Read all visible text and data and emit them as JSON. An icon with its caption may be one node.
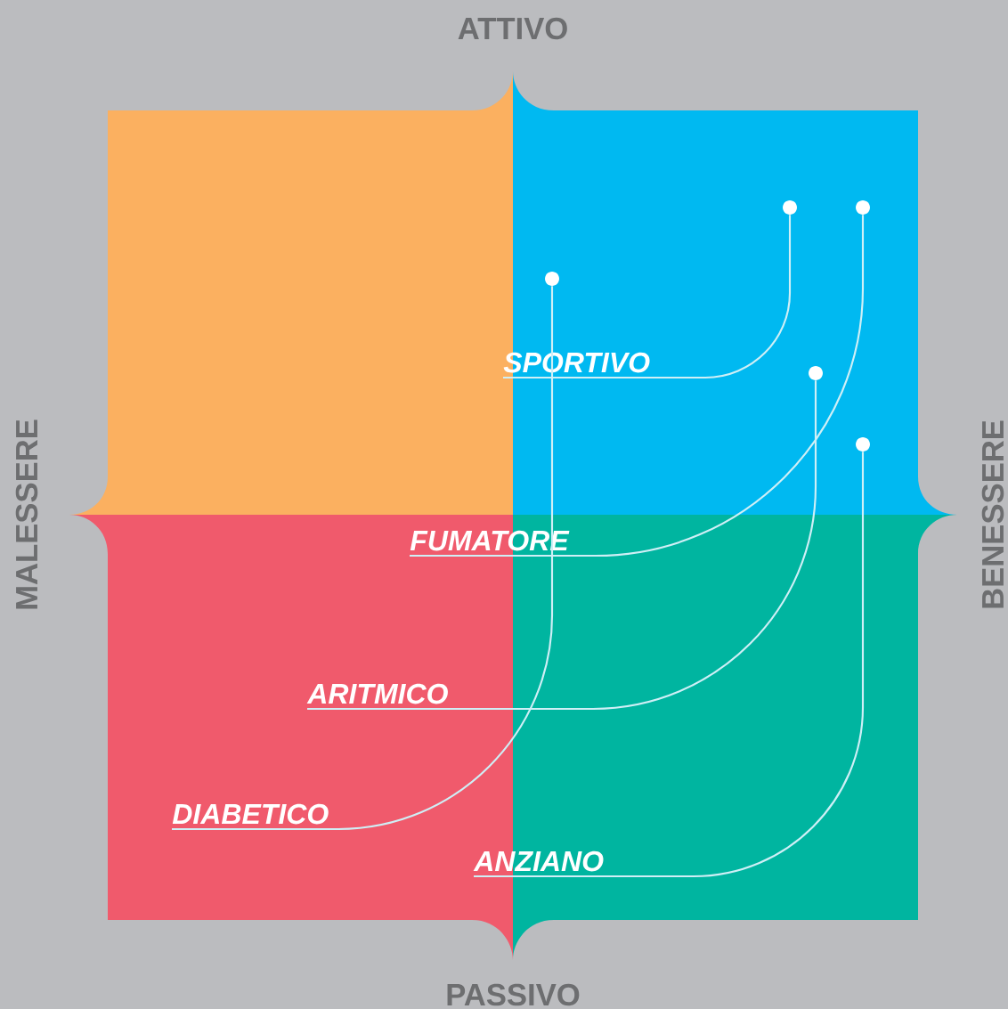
{
  "diagram": {
    "nodes": [
      {
        "text": [
          "SPORTIVO"
        ]
      },
      {
        "text": [
          "FUMATORE"
        ]
      },
      {
        "text": [
          "ARITMICO"
        ]
      },
      {
        "text": [
          "DIABETICO"
        ]
      },
      {
        "text": [
          "ANZIANO"
        ]
      },
      {
        "text": [],
        "shape": "circle"
      },
      {
        "text": [],
        "shape": "circle"
      },
      {
        "text": [],
        "shape": "circle"
      },
      {
        "text": [],
        "shape": "circle"
      },
      {
        "text": [],
        "shape": "circle"
      }
    ],
    "edges": [
      {
        "from": 0,
        "to": 5,
        "arrow": "none"
      },
      {
        "from": 1,
        "to": 6,
        "arrow": "none"
      },
      {
        "from": 2,
        "to": 8,
        "arrow": "none"
      },
      {
        "from": 3,
        "to": 7,
        "arrow": "none"
      },
      {
        "from": 4,
        "to": 9,
        "arrow": "none"
      }
    ],
    "labels": [
      "ATTIVO",
      "MALESSERE",
      "BENESSERE",
      "PASSIVO"
    ]
  }
}
